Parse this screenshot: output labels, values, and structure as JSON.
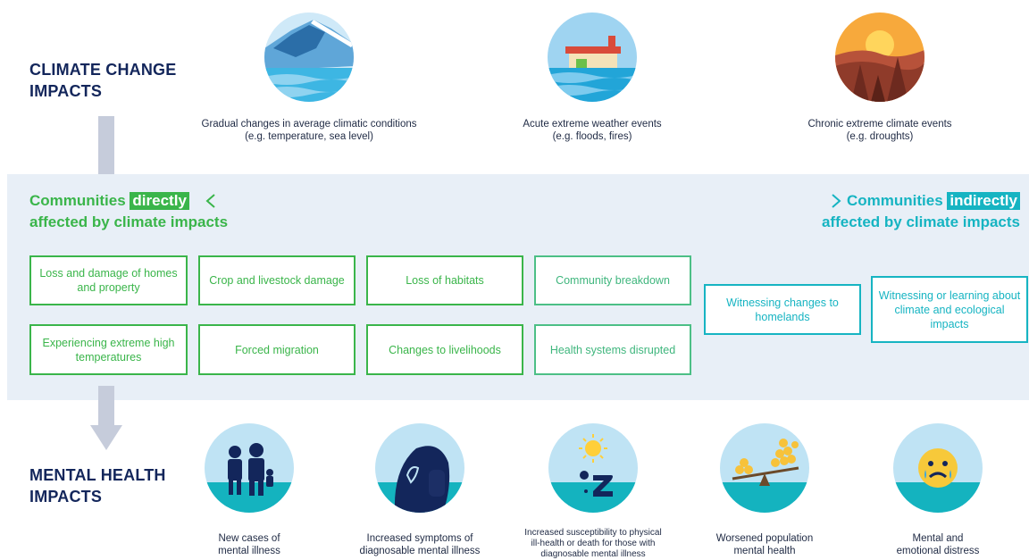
{
  "climate": {
    "heading_line1": "CLIMATE CHANGE",
    "heading_line2": "IMPACTS",
    "items": [
      {
        "line1": "Gradual changes in average climatic conditions",
        "line2": "(e.g. temperature, sea level)",
        "icon": "glacier-icon"
      },
      {
        "line1": "Acute extreme weather events",
        "line2": "(e.g. floods, fires)",
        "icon": "flooded-house-icon"
      },
      {
        "line1": "Chronic extreme climate events",
        "line2": "(e.g. droughts)",
        "icon": "drought-forest-icon"
      }
    ]
  },
  "communities": {
    "direct_prefix": "Communities",
    "direct_highlight": "directly",
    "direct_line2": "affected by climate impacts",
    "indirect_prefix": "Communities",
    "indirect_highlight": "indirectly",
    "indirect_line2": "affected by climate impacts",
    "colors": {
      "direct": "#3ab54a",
      "indirect": "#16b4c2"
    }
  },
  "impact_boxes": {
    "row1": [
      "Loss and damage of homes and property",
      "Crop and livestock damage",
      "Loss of habitats",
      "Community breakdown"
    ],
    "row2": [
      "Experiencing extreme high temperatures",
      "Forced migration",
      "Changes to livelihoods",
      "Health systems disrupted"
    ],
    "indirect": [
      "Witnessing changes to homelands",
      "Witnessing or learning about climate and ecological impacts"
    ]
  },
  "mental": {
    "heading_line1": "MENTAL HEALTH",
    "heading_line2": "IMPACTS",
    "items": [
      {
        "line1": "New cases of",
        "line2": "mental illness",
        "line3": "",
        "icon": "family-icon"
      },
      {
        "line1": "Increased symptoms of",
        "line2": "diagnosable mental illness",
        "line3": "",
        "icon": "distressed-face-icon"
      },
      {
        "line1": "Increased susceptibility to physical",
        "line2": "ill-health or death for those with",
        "line3": "diagnosable mental illness",
        "icon": "heat-collapse-icon"
      },
      {
        "line1": "Worsened population",
        "line2": "mental health",
        "line3": "",
        "icon": "seesaw-crowd-icon"
      },
      {
        "line1": "Mental and",
        "line2": "emotional distress",
        "line3": "",
        "icon": "crying-face-icon"
      }
    ]
  }
}
